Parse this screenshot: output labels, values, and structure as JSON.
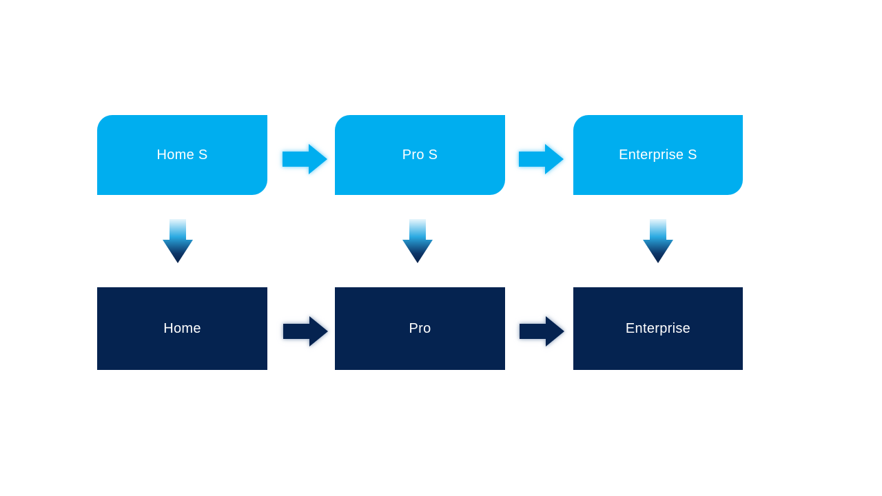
{
  "diagram": {
    "top_row": [
      {
        "label": "Home S"
      },
      {
        "label": "Pro S"
      },
      {
        "label": "Enterprise S"
      }
    ],
    "bottom_row": [
      {
        "label": "Home"
      },
      {
        "label": "Pro"
      },
      {
        "label": "Enterprise"
      }
    ],
    "colors": {
      "background": "#FFFFFF",
      "text": "#FFFFFF",
      "top_box_fill": "#00AEEF",
      "bottom_box_fill": "#052350",
      "down_arrow_top": "#E8F6FD",
      "down_arrow_mid": "#2BAAE2",
      "down_arrow_deep": "#0D3668",
      "down_arrow_bottom": "#08214A"
    }
  }
}
